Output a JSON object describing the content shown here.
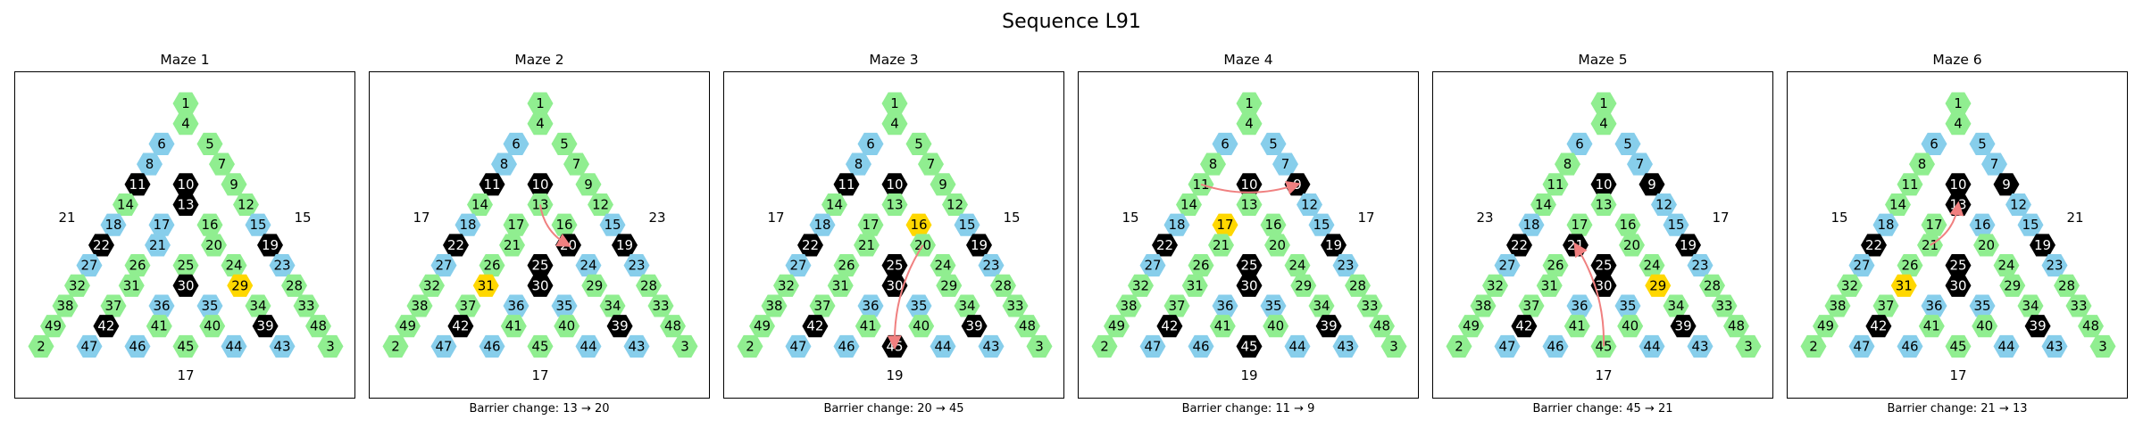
{
  "title": "Sequence L91",
  "colors": {
    "open": "#90EE90",
    "alt": "#87CEEB",
    "barrier": "#000000",
    "target": "#FFD700",
    "arrow": "#F08080",
    "frame": "#000000"
  },
  "tri_rows": [
    [
      1
    ],
    [
      4
    ],
    [
      6,
      5
    ],
    [
      8,
      7
    ],
    [
      11,
      10,
      9
    ],
    [
      14,
      13,
      12
    ],
    [
      18,
      17,
      16,
      15
    ],
    [
      22,
      21,
      20,
      19
    ],
    [
      27,
      26,
      25,
      24,
      23
    ],
    [
      32,
      31,
      30,
      29,
      28
    ],
    [
      38,
      37,
      36,
      35,
      34,
      33
    ],
    [
      49,
      42,
      41,
      40,
      39,
      48
    ],
    [
      2,
      47,
      46,
      45,
      44,
      43,
      3
    ]
  ],
  "base_colors": {
    "1": "open",
    "4": "open",
    "6": "alt",
    "5": "open",
    "8": "alt",
    "7": "open",
    "11": "open",
    "10": "open",
    "9": "open",
    "14": "open",
    "13": "open",
    "12": "open",
    "18": "alt",
    "17": "open",
    "16": "open",
    "15": "alt",
    "22": "barrier",
    "21": "open",
    "20": "open",
    "19": "barrier",
    "27": "alt",
    "26": "open",
    "25": "barrier",
    "24": "open",
    "23": "alt",
    "32": "open",
    "31": "open",
    "30": "barrier",
    "29": "open",
    "28": "open",
    "38": "open",
    "37": "open",
    "36": "alt",
    "35": "alt",
    "34": "open",
    "33": "open",
    "49": "open",
    "42": "barrier",
    "41": "open",
    "40": "open",
    "39": "barrier",
    "48": "open",
    "2": "open",
    "47": "alt",
    "46": "alt",
    "45": "open",
    "44": "alt",
    "43": "alt",
    "3": "open"
  },
  "mazes": [
    {
      "name": "Maze 1",
      "left": "21",
      "right": "15",
      "bottom": "17",
      "caption": "",
      "overrides": {
        "11": "barrier",
        "10": "barrier",
        "13": "barrier",
        "17": "alt",
        "21": "alt",
        "20": "open",
        "25": "open",
        "29": "target",
        "24": "open",
        "8": "alt",
        "16": "open",
        "45": "open"
      },
      "arrow": null
    },
    {
      "name": "Maze 2",
      "left": "17",
      "right": "23",
      "bottom": "17",
      "caption": "Barrier change: 13 → 20",
      "overrides": {
        "11": "barrier",
        "10": "barrier",
        "13": "open",
        "20": "barrier",
        "31": "target",
        "24": "alt",
        "15": "alt",
        "29": "open",
        "8": "alt"
      },
      "arrow": {
        "from": "13",
        "to": "20"
      }
    },
    {
      "name": "Maze 3",
      "left": "17",
      "right": "15",
      "bottom": "19",
      "caption": "Barrier change: 20 → 45",
      "overrides": {
        "11": "barrier",
        "10": "barrier",
        "16": "target",
        "20": "open",
        "45": "barrier",
        "13": "open",
        "35": "alt",
        "29": "open",
        "24": "open",
        "8": "alt"
      },
      "arrow": {
        "from": "20",
        "to": "45"
      }
    },
    {
      "name": "Maze 4",
      "left": "15",
      "right": "17",
      "bottom": "19",
      "caption": "Barrier change: 11 → 9",
      "overrides": {
        "11": "open",
        "10": "barrier",
        "9": "barrier",
        "7": "alt",
        "5": "alt",
        "17": "target",
        "12": "alt",
        "13": "open",
        "8": "open",
        "45": "barrier",
        "29": "open",
        "24": "open"
      },
      "arrow": {
        "from": "11",
        "to": "9"
      }
    },
    {
      "name": "Maze 5",
      "left": "23",
      "right": "17",
      "bottom": "17",
      "caption": "Barrier change: 45 → 21",
      "overrides": {
        "11": "open",
        "10": "barrier",
        "9": "barrier",
        "7": "alt",
        "5": "alt",
        "21": "barrier",
        "45": "open",
        "29": "target",
        "12": "alt",
        "8": "open",
        "24": "open",
        "16": "open"
      },
      "arrow": {
        "from": "45",
        "to": "21"
      }
    },
    {
      "name": "Maze 6",
      "left": "15",
      "right": "21",
      "bottom": "17",
      "caption": "Barrier change: 21 → 13",
      "overrides": {
        "11": "open",
        "10": "barrier",
        "9": "barrier",
        "7": "alt",
        "5": "alt",
        "13": "barrier",
        "21": "open",
        "31": "target",
        "12": "alt",
        "8": "open",
        "16": "alt",
        "29": "open"
      },
      "arrow": {
        "from": "21",
        "to": "13"
      }
    }
  ]
}
